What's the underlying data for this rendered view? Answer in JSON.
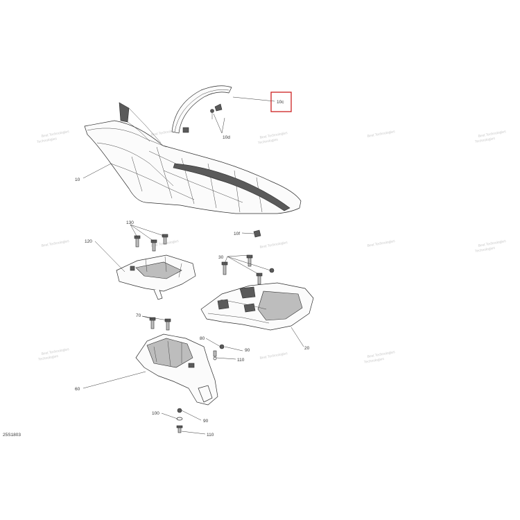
{
  "diagram_id": "25S1803",
  "callouts": {
    "c10c": "10c",
    "c10d": "10d",
    "c10": "10",
    "c10f": "10f",
    "c130": "130",
    "c120": "120",
    "c30": "30",
    "c20": "20",
    "c70": "70",
    "c80": "80",
    "c90a": "90",
    "c110a": "110",
    "c60": "60",
    "c100": "100",
    "c90b": "90",
    "c110b": "110"
  },
  "watermark": {
    "line1": "Best Technologies",
    "line2": "Technologies"
  },
  "highlight_color": "#cc1f1f"
}
